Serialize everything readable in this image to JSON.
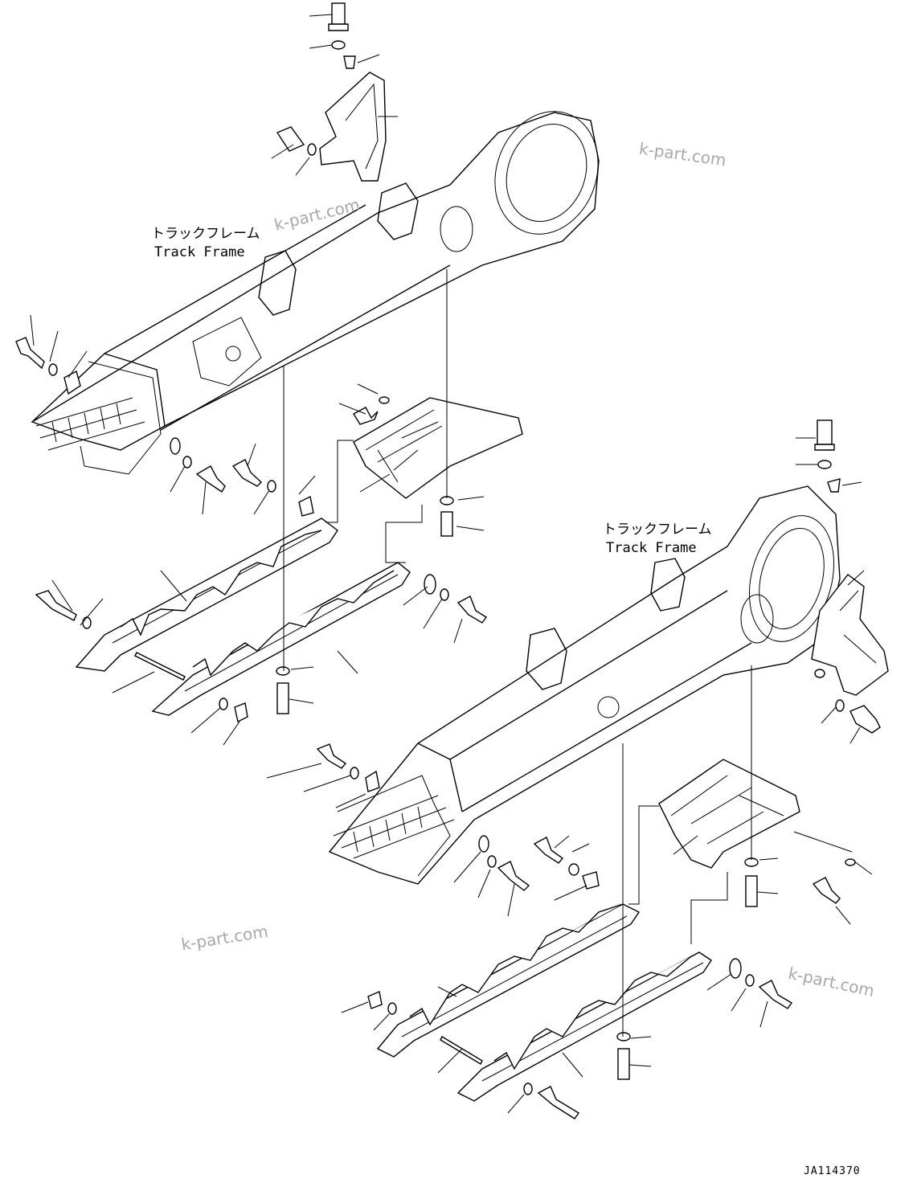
{
  "labels": {
    "track_frame_upper_jp": "トラックフレーム",
    "track_frame_upper_en": "Track Frame",
    "track_frame_lower_jp": "トラックフレーム",
    "track_frame_lower_en": "Track Frame"
  },
  "watermarks": [
    "k-part.com",
    "k-part.com",
    "k-part.com",
    "k-part.com"
  ],
  "drawing_code": "JA114370",
  "colors": {
    "ink": "#000000",
    "watermark": "#a8a8a8",
    "background": "#ffffff"
  }
}
